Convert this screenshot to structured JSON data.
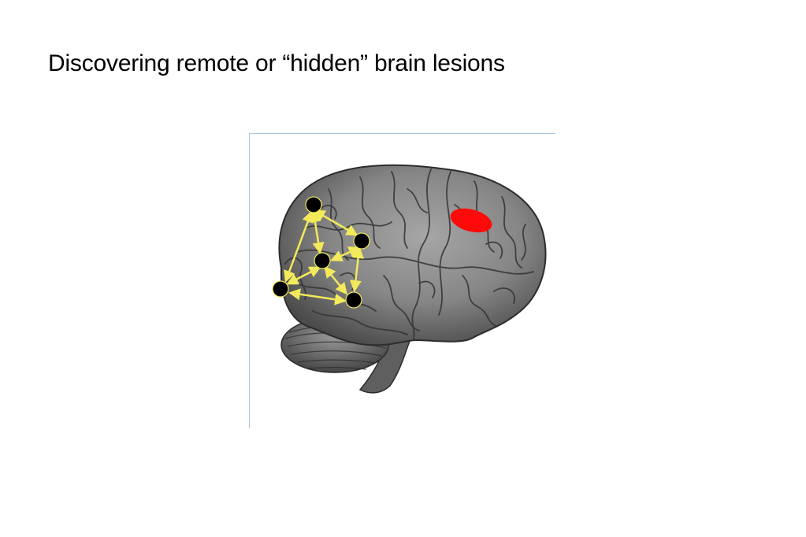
{
  "slide": {
    "title": "Discovering remote or “hidden” brain lesions"
  },
  "figure": {
    "image": "brain-lateral-view",
    "lesion_color": "#ff0a0a",
    "network_node_color": "#000000",
    "network_edge_color": "#f2ea5a",
    "network_node_count": 5,
    "network_edge_count": 8
  }
}
